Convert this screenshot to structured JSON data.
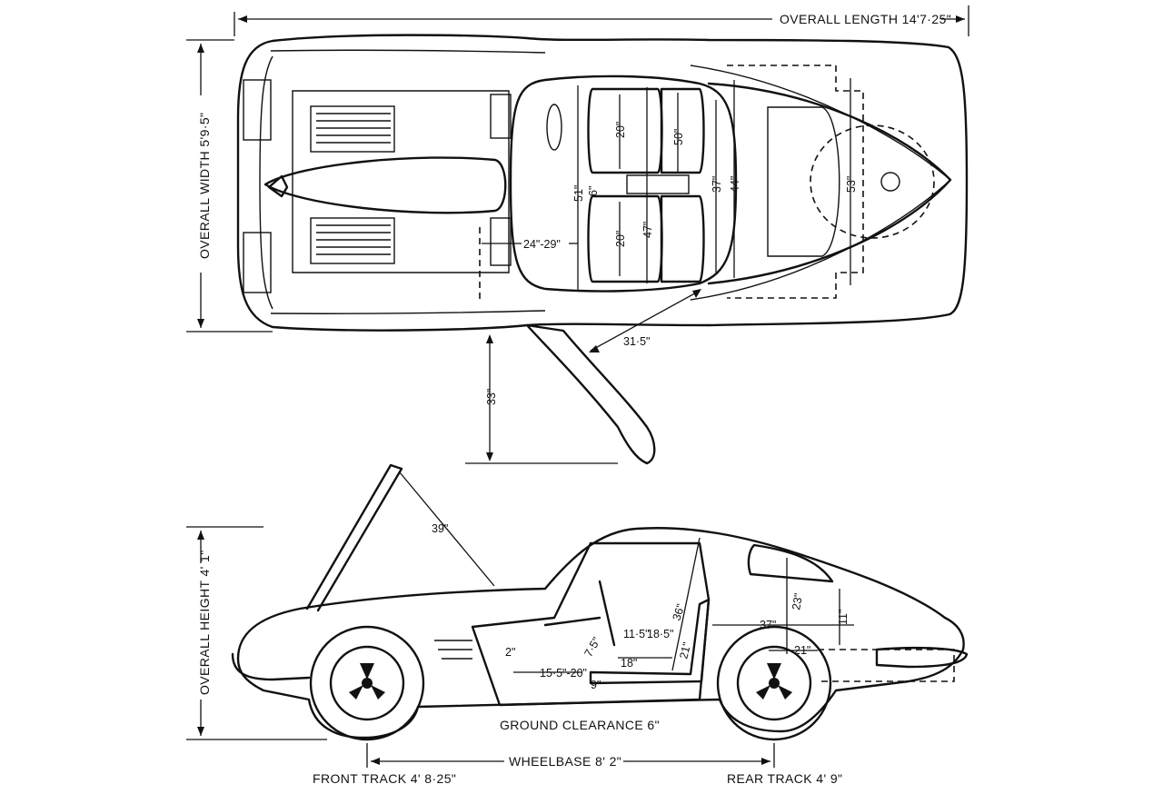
{
  "dimensions": {
    "overall_length": "OVERALL LENGTH 14'7·25\"",
    "overall_width": "OVERALL WIDTH 5'9·5\"",
    "overall_height": "OVERALL HEIGHT 4' 1\"",
    "ground_clearance": "GROUND CLEARANCE 6\"",
    "wheelbase": "WHEELBASE 8' 2\"",
    "front_track": "FRONT TRACK 4' 8·25\"",
    "rear_track": "REAR TRACK 4' 9\""
  },
  "plan_view": {
    "door_width": "33\"",
    "door_opening": "31·5\"",
    "shoulder_width": "51\"",
    "elbow_width": "47\"",
    "between_seats": "6\"",
    "seat_width_top": "20\"",
    "seat_width_bottom": "20\"",
    "seat_length": "50\"",
    "pedal_reach": "24\"-29\"",
    "luggage_width_a": "37\"",
    "luggage_width_b": "44\"",
    "luggage_width_c": "53\""
  },
  "side_view": {
    "hood_open": "39\"",
    "headroom": "36\"",
    "seat_back": "21\"",
    "cushion_depth": "18\"",
    "seat_travel_a": "11·5\"",
    "seat_travel_b": "18·5\"",
    "seat_height": "9\"",
    "knee_room": "7·5\"",
    "pedal_a": "2\"",
    "pedal_b": "15·5\"-20\"",
    "luggage_length": "37\"",
    "luggage_height": "23\"",
    "sill_height": "11\"",
    "rear_floor": "21\""
  }
}
